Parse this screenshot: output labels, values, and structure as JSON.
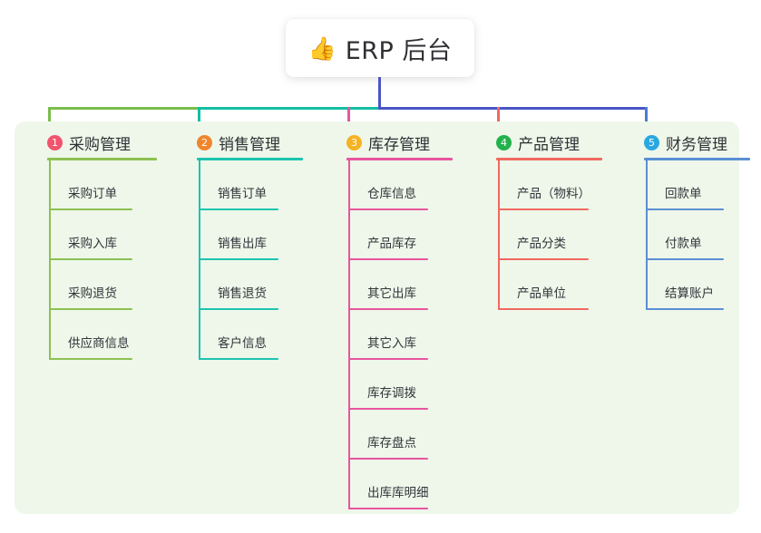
{
  "diagram": {
    "type": "mindmap-tree",
    "root": {
      "icon": "thumbs-up-icon",
      "emoji": "👍",
      "title": "ERP 后台"
    },
    "panel_background": "#eef7ea",
    "connector": {
      "stem_color": "#4a56c4",
      "bar_segments": [
        {
          "color": "#79bd4c"
        },
        {
          "color": "#12bfa2"
        },
        {
          "color": "#4a56c4"
        }
      ],
      "drops": [
        "#79bd4c",
        "#12bfa2",
        "#e8559d",
        "#f2685f",
        "#4a7ed1"
      ]
    },
    "branches": [
      {
        "index": "1",
        "title": "采购管理",
        "badge_color": "#f2536d",
        "line_color": "#8cc152",
        "items": [
          "采购订单",
          "采购入库",
          "采购退货",
          "供应商信息"
        ]
      },
      {
        "index": "2",
        "title": "销售管理",
        "badge_color": "#f0852c",
        "line_color": "#1dc4b0",
        "items": [
          "销售订单",
          "销售出库",
          "销售退货",
          "客户信息"
        ]
      },
      {
        "index": "3",
        "title": "库存管理",
        "badge_color": "#f5b323",
        "line_color": "#e8559d",
        "items": [
          "仓库信息",
          "产品库存",
          "其它出库",
          "其它入库",
          "库存调拨",
          "库存盘点",
          "出库库明细"
        ]
      },
      {
        "index": "4",
        "title": "产品管理",
        "badge_color": "#22b24c",
        "line_color": "#f2685f",
        "items": [
          "产品（物料）",
          "产品分类",
          "产品单位"
        ]
      },
      {
        "index": "5",
        "title": "财务管理",
        "badge_color": "#29a8e0",
        "line_color": "#5b8fd4",
        "items": [
          "回款单",
          "付款单",
          "结算账户"
        ]
      }
    ]
  }
}
